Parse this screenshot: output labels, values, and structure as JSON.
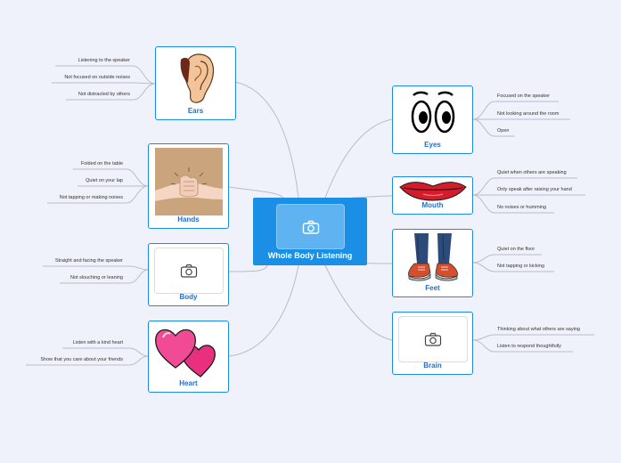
{
  "center": {
    "title": "Whole Body Listening"
  },
  "left": [
    {
      "key": "ears",
      "label": "Ears",
      "icon": "ear-image",
      "items": [
        "Listening to the speaker",
        "Not focused on outside noises",
        "Not distracted by others"
      ]
    },
    {
      "key": "hands",
      "label": "Hands",
      "icon": "folded-hands-photo",
      "items": [
        "Folded on the table",
        "Quiet on your lap",
        "Not tapping or making noises"
      ]
    },
    {
      "key": "body",
      "label": "Body",
      "icon": "camera-icon",
      "items": [
        "Straight and facing the speaker",
        "Not slouching or leaning"
      ]
    },
    {
      "key": "heart",
      "label": "Heart",
      "icon": "hearts-image",
      "items": [
        "Listen with a kind heart",
        "Show that you care about your friends"
      ]
    }
  ],
  "right": [
    {
      "key": "eyes",
      "label": "Eyes",
      "icon": "cartoon-eyes-image",
      "items": [
        "Focused on the speaker",
        "Not looking around the room",
        "Open"
      ]
    },
    {
      "key": "mouth",
      "label": "Mouth",
      "icon": "lips-image",
      "items": [
        "Quiet when others are speaking",
        "Only speak after raising your hand",
        "No noises or humming"
      ]
    },
    {
      "key": "feet",
      "label": "Feet",
      "icon": "legs-sneakers-image",
      "items": [
        "Quiet on the floor",
        "Not tapping or kicking"
      ]
    },
    {
      "key": "brain",
      "label": "Brain",
      "icon": "camera-icon",
      "items": [
        "Thinking about what others are saying",
        "Listen to respond thoughtfully"
      ]
    }
  ],
  "colors": {
    "accent": "#1e88e5",
    "center_fill": "#1b8fe6",
    "background": "#f0f2fb",
    "connector": "#b8bccb"
  }
}
